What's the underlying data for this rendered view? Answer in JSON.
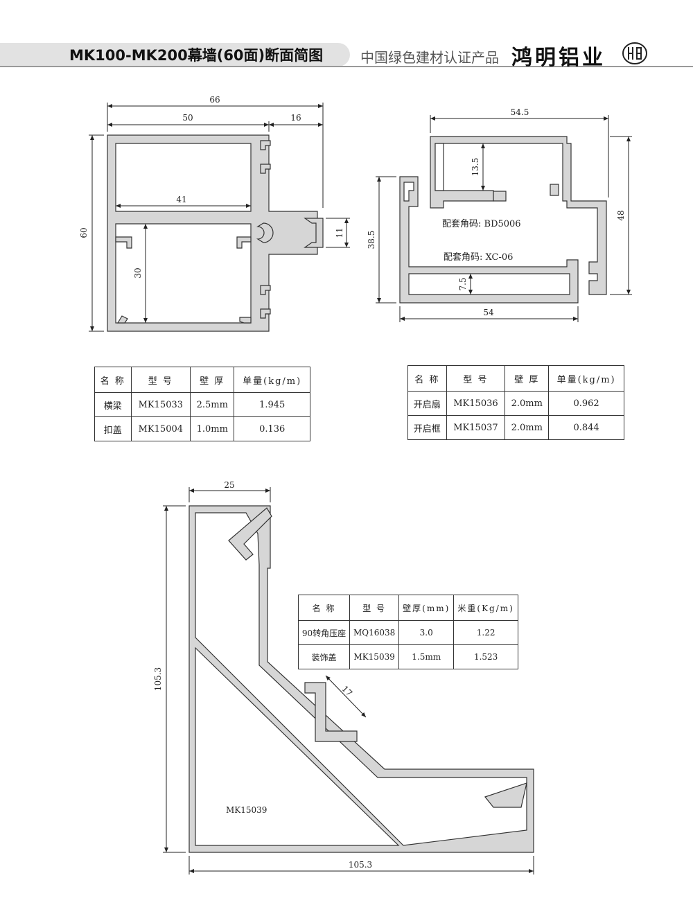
{
  "header": {
    "title": "MK100-MK200幕墙(60面)断面简图",
    "subtitle": "中国绿色建材认证产品",
    "brand": "鸿明铝业"
  },
  "drawing1": {
    "dims": {
      "total_width": "66",
      "width_left": "50",
      "width_right": "16",
      "height": "60",
      "inner_width": "41",
      "inner_height": "30",
      "flange": "11"
    }
  },
  "drawing2": {
    "dims": {
      "top_width": "54.5",
      "bottom_width": "54",
      "right_height": "48",
      "left_height": "38.5",
      "upper_gap": "13.5",
      "lower_gap": "7.5"
    },
    "notes": [
      "配套角码: BD5006",
      "配套角码: XC-06"
    ]
  },
  "drawing3": {
    "dims": {
      "top_width": "25",
      "height": "105.3",
      "width": "105.3",
      "slot": "17"
    },
    "label": "MK15039"
  },
  "table1": {
    "headers": [
      "名 称",
      "型 号",
      "壁 厚",
      "单量(kg/m)"
    ],
    "rows": [
      [
        "横梁",
        "MK15033",
        "2.5mm",
        "1.945"
      ],
      [
        "扣盖",
        "MK15004",
        "1.0mm",
        "0.136"
      ]
    ]
  },
  "table2": {
    "headers": [
      "名 称",
      "型 号",
      "壁 厚",
      "单量(kg/m)"
    ],
    "rows": [
      [
        "开启扇",
        "MK15036",
        "2.0mm",
        "0.962"
      ],
      [
        "开启框",
        "MK15037",
        "2.0mm",
        "0.844"
      ]
    ]
  },
  "table3": {
    "headers": [
      "名 称",
      "型 号",
      "壁厚(mm)",
      "米重(Kg/m)"
    ],
    "rows": [
      [
        "90转角压座",
        "MQ16038",
        "3.0",
        "1.22"
      ],
      [
        "装饰盖",
        "MK15039",
        "1.5mm",
        "1.523"
      ]
    ]
  },
  "colors": {
    "profile_fill": "#d6d6d6",
    "profile_stroke": "#333333",
    "header_band": "#e2e2e2"
  }
}
